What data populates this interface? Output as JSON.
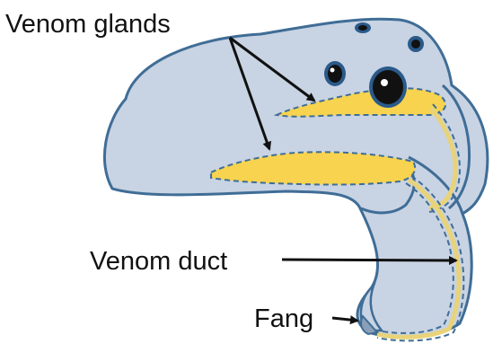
{
  "labels": {
    "venom_glands": "Venom glands",
    "venom_duct": "Venom duct",
    "fang": "Fang"
  },
  "colors": {
    "body_fill": "#c8d3e3",
    "outline": "#3f6d96",
    "gland_fill": "#f7d34f",
    "duct_dash": "#3f6d96",
    "duct_inner": "#e8d37a",
    "eye_fill": "#111111",
    "eye_ring": "#2a5a8a",
    "arrow": "#111111",
    "label_text": "#111111"
  }
}
